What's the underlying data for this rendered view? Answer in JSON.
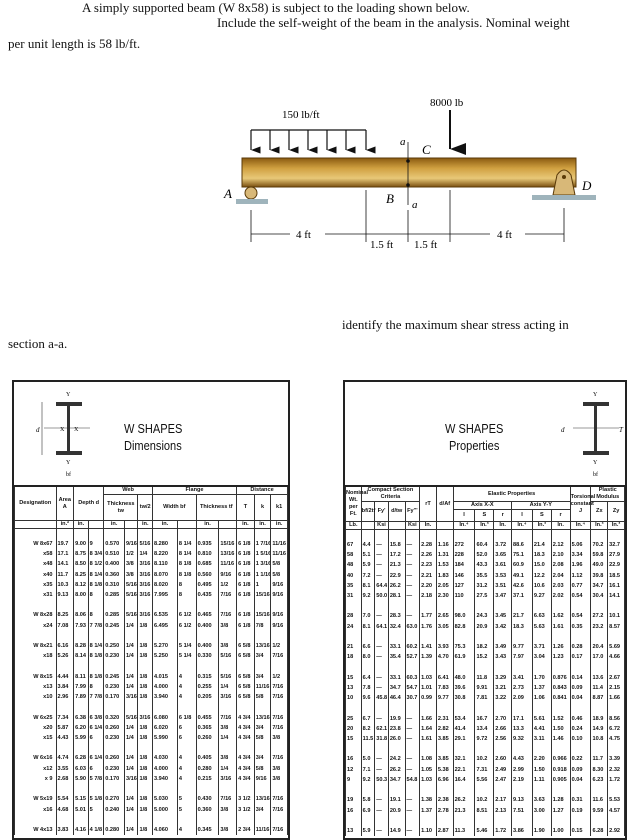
{
  "problem": {
    "line1": "A simply supported beam (W 8x58) is subject to the loading shown below.",
    "line2": "Include the self-weight of the beam in the analysis. Nominal weight",
    "line3": "per unit length is 58 lb/ft.",
    "line4": "identify the maximum shear stress acting in",
    "line5": "section a-a."
  },
  "diagram": {
    "distributed_load": "150 lb/ft",
    "point_load": "8000 lb",
    "labels": {
      "A": "A",
      "B": "B",
      "C": "C",
      "D": "D",
      "a_top": "a",
      "a_bottom": "a"
    },
    "dims": [
      "4 ft",
      "1.5 ft",
      "1.5 ft",
      "4 ft"
    ],
    "beam_color": "#c8962e"
  },
  "dimensions_table": {
    "title1": "W SHAPES",
    "title2": "Dimensions",
    "headers": {
      "designation": "Designation",
      "area": "Area A",
      "depth": "Depth d",
      "web": "Web",
      "web_thk": "Thickness tw",
      "tw2": "tw/2",
      "flange": "Flange",
      "width": "Width bf",
      "fthk": "Thickness tf",
      "distance": "Distance",
      "T": "T",
      "k": "k",
      "k1": "k1"
    },
    "units": [
      "",
      "in.²",
      "in.",
      "",
      "in.",
      "",
      "in.",
      "in.",
      "",
      "in.",
      "",
      "in.",
      "in.",
      "in."
    ],
    "groups": [
      [
        [
          "W 8x67",
          "19.7",
          "9.00",
          "9",
          "0.570",
          "9/16",
          "5/16",
          "8.280",
          "8 1/4",
          "0.935",
          "15/16",
          "6 1/8",
          "1 7/16",
          "11/16"
        ],
        [
          "x58",
          "17.1",
          "8.75",
          "8 3/4",
          "0.510",
          "1/2",
          "1/4",
          "8.220",
          "8 1/4",
          "0.810",
          "13/16",
          "6 1/8",
          "1 5/16",
          "11/16"
        ],
        [
          "x48",
          "14.1",
          "8.50",
          "8 1/2",
          "0.400",
          "3/8",
          "3/16",
          "8.110",
          "8 1/8",
          "0.685",
          "11/16",
          "6 1/8",
          "1 3/16",
          "5/8"
        ],
        [
          "x40",
          "11.7",
          "8.25",
          "8 1/4",
          "0.360",
          "3/8",
          "3/16",
          "8.070",
          "8 1/8",
          "0.560",
          "9/16",
          "6 1/8",
          "1 1/16",
          "5/8"
        ],
        [
          "x35",
          "10.3",
          "8.12",
          "8 1/8",
          "0.310",
          "5/16",
          "3/16",
          "8.020",
          "8",
          "0.495",
          "1/2",
          "6 1/8",
          "1",
          "9/16"
        ],
        [
          "x31",
          "9.13",
          "8.00",
          "8",
          "0.285",
          "5/16",
          "3/16",
          "7.995",
          "8",
          "0.435",
          "7/16",
          "6 1/8",
          "15/16",
          "9/16"
        ]
      ],
      [
        [
          "W 8x28",
          "8.25",
          "8.06",
          "8",
          "0.285",
          "5/16",
          "3/16",
          "6.535",
          "6 1/2",
          "0.465",
          "7/16",
          "6 1/8",
          "15/16",
          "9/16"
        ],
        [
          "x24",
          "7.08",
          "7.93",
          "7 7/8",
          "0.245",
          "1/4",
          "1/8",
          "6.495",
          "6 1/2",
          "0.400",
          "3/8",
          "6 1/8",
          "7/8",
          "9/16"
        ]
      ],
      [
        [
          "W 8x21",
          "6.16",
          "8.28",
          "8 1/4",
          "0.250",
          "1/4",
          "1/8",
          "5.270",
          "5 1/4",
          "0.400",
          "3/8",
          "6 5/8",
          "13/16",
          "1/2"
        ],
        [
          "x18",
          "5.26",
          "8.14",
          "8 1/8",
          "0.230",
          "1/4",
          "1/8",
          "5.250",
          "5 1/4",
          "0.330",
          "5/16",
          "6 5/8",
          "3/4",
          "7/16"
        ]
      ],
      [
        [
          "W 8x15",
          "4.44",
          "8.11",
          "8 1/8",
          "0.245",
          "1/4",
          "1/8",
          "4.015",
          "4",
          "0.315",
          "5/16",
          "6 5/8",
          "3/4",
          "1/2"
        ],
        [
          "x13",
          "3.84",
          "7.99",
          "8",
          "0.230",
          "1/4",
          "1/8",
          "4.000",
          "4",
          "0.255",
          "1/4",
          "6 5/8",
          "11/16",
          "7/16"
        ],
        [
          "x10",
          "2.96",
          "7.89",
          "7 7/8",
          "0.170",
          "3/16",
          "1/8",
          "3.940",
          "4",
          "0.205",
          "3/16",
          "6 5/8",
          "5/8",
          "7/16"
        ]
      ],
      [
        [
          "W 6x25",
          "7.34",
          "6.38",
          "6 3/8",
          "0.320",
          "5/16",
          "3/16",
          "6.080",
          "6 1/8",
          "0.455",
          "7/16",
          "4 3/4",
          "13/16",
          "7/16"
        ],
        [
          "x20",
          "5.87",
          "6.20",
          "6 1/4",
          "0.260",
          "1/4",
          "1/8",
          "6.020",
          "6",
          "0.365",
          "3/8",
          "4 3/4",
          "3/4",
          "7/16"
        ],
        [
          "x15",
          "4.43",
          "5.99",
          "6",
          "0.230",
          "1/4",
          "1/8",
          "5.990",
          "6",
          "0.260",
          "1/4",
          "4 3/4",
          "5/8",
          "3/8"
        ]
      ],
      [
        [
          "W 6x16",
          "4.74",
          "6.28",
          "6 1/4",
          "0.260",
          "1/4",
          "1/8",
          "4.030",
          "4",
          "0.405",
          "3/8",
          "4 3/4",
          "3/4",
          "7/16"
        ],
        [
          "x12",
          "3.55",
          "6.03",
          "6",
          "0.230",
          "1/4",
          "1/8",
          "4.000",
          "4",
          "0.280",
          "1/4",
          "4 3/4",
          "5/8",
          "3/8"
        ],
        [
          "x 9",
          "2.68",
          "5.90",
          "5 7/8",
          "0.170",
          "3/16",
          "1/8",
          "3.940",
          "4",
          "0.215",
          "3/16",
          "4 3/4",
          "9/16",
          "3/8"
        ]
      ],
      [
        [
          "W 5x19",
          "5.54",
          "5.15",
          "5 1/8",
          "0.270",
          "1/4",
          "1/8",
          "5.030",
          "5",
          "0.430",
          "7/16",
          "3 1/2",
          "13/16",
          "7/16"
        ],
        [
          "x16",
          "4.68",
          "5.01",
          "5",
          "0.240",
          "1/4",
          "1/8",
          "5.000",
          "5",
          "0.360",
          "3/8",
          "3 1/2",
          "3/4",
          "7/16"
        ]
      ],
      [
        [
          "W 4x13",
          "3.83",
          "4.16",
          "4 1/8",
          "0.280",
          "1/4",
          "1/8",
          "4.060",
          "4",
          "0.345",
          "3/8",
          "2 3/4",
          "11/16",
          "7/16"
        ]
      ]
    ]
  },
  "properties_table": {
    "title1": "W SHAPES",
    "title2": "Properties",
    "headers": {
      "wt": "Nominal Wt. per Ft.",
      "compact": "Compact Section Criteria",
      "bf2tf": "bf/2tf",
      "fy1": "Fy'",
      "dtw": "d/tw",
      "fy3": "Fy'''",
      "rt": "rT",
      "daf": "d/Af",
      "elastic": "Elastic Properties",
      "axx": "Axis X-X",
      "ayy": "Axis Y-Y",
      "I": "I",
      "S": "S",
      "r": "r",
      "J": "Torsional constant J",
      "plastic": "Plastic Modulus",
      "Zx": "Zx",
      "Zy": "Zy"
    },
    "units": [
      "Lb.",
      "",
      "Ksi",
      "",
      "Ksi",
      "In.",
      "",
      "In.⁴",
      "In.³",
      "In.",
      "In.⁴",
      "In.³",
      "In.",
      "In.⁴",
      "In.³",
      "In.³"
    ],
    "groups": [
      [
        [
          "67",
          "4.4",
          "—",
          "15.8",
          "—",
          "2.28",
          "1.16",
          "272",
          "60.4",
          "3.72",
          "88.6",
          "21.4",
          "2.12",
          "5.06",
          "70.2",
          "32.7"
        ],
        [
          "58",
          "5.1",
          "—",
          "17.2",
          "—",
          "2.26",
          "1.31",
          "228",
          "52.0",
          "3.65",
          "75.1",
          "18.3",
          "2.10",
          "3.34",
          "59.8",
          "27.9"
        ],
        [
          "48",
          "5.9",
          "—",
          "21.3",
          "—",
          "2.23",
          "1.53",
          "184",
          "43.3",
          "3.61",
          "60.9",
          "15.0",
          "2.08",
          "1.96",
          "49.0",
          "22.9"
        ],
        [
          "40",
          "7.2",
          "—",
          "22.9",
          "—",
          "2.21",
          "1.83",
          "146",
          "35.5",
          "3.53",
          "49.1",
          "12.2",
          "2.04",
          "1.12",
          "39.8",
          "18.5"
        ],
        [
          "35",
          "8.1",
          "64.4",
          "26.2",
          "—",
          "2.20",
          "2.05",
          "127",
          "31.2",
          "3.51",
          "42.6",
          "10.6",
          "2.03",
          "0.77",
          "34.7",
          "16.1"
        ],
        [
          "31",
          "9.2",
          "50.0",
          "28.1",
          "—",
          "2.18",
          "2.30",
          "110",
          "27.5",
          "3.47",
          "37.1",
          "9.27",
          "2.02",
          "0.54",
          "30.4",
          "14.1"
        ]
      ],
      [
        [
          "28",
          "7.0",
          "—",
          "28.3",
          "—",
          "1.77",
          "2.65",
          "98.0",
          "24.3",
          "3.45",
          "21.7",
          "6.63",
          "1.62",
          "0.54",
          "27.2",
          "10.1"
        ],
        [
          "24",
          "8.1",
          "64.1",
          "32.4",
          "63.0",
          "1.76",
          "3.05",
          "82.8",
          "20.9",
          "3.42",
          "18.3",
          "5.63",
          "1.61",
          "0.35",
          "23.2",
          "8.57"
        ]
      ],
      [
        [
          "21",
          "6.6",
          "—",
          "33.1",
          "60.2",
          "1.41",
          "3.93",
          "75.3",
          "18.2",
          "3.49",
          "9.77",
          "3.71",
          "1.26",
          "0.28",
          "20.4",
          "5.69"
        ],
        [
          "18",
          "8.0",
          "—",
          "35.4",
          "52.7",
          "1.39",
          "4.70",
          "61.9",
          "15.2",
          "3.43",
          "7.97",
          "3.04",
          "1.23",
          "0.17",
          "17.0",
          "4.66"
        ]
      ],
      [
        [
          "15",
          "6.4",
          "—",
          "33.1",
          "60.3",
          "1.03",
          "6.41",
          "48.0",
          "11.8",
          "3.29",
          "3.41",
          "1.70",
          "0.876",
          "0.14",
          "13.6",
          "2.67"
        ],
        [
          "13",
          "7.8",
          "—",
          "34.7",
          "54.7",
          "1.01",
          "7.83",
          "39.6",
          "9.91",
          "3.21",
          "2.73",
          "1.37",
          "0.843",
          "0.09",
          "11.4",
          "2.15"
        ],
        [
          "10",
          "9.6",
          "45.8",
          "46.4",
          "30.7",
          "0.99",
          "9.77",
          "30.8",
          "7.81",
          "3.22",
          "2.09",
          "1.06",
          "0.841",
          "0.04",
          "8.87",
          "1.66"
        ]
      ],
      [
        [
          "25",
          "6.7",
          "—",
          "19.9",
          "—",
          "1.66",
          "2.31",
          "53.4",
          "16.7",
          "2.70",
          "17.1",
          "5.61",
          "1.52",
          "0.46",
          "18.9",
          "8.56"
        ],
        [
          "20",
          "8.2",
          "62.1",
          "23.8",
          "—",
          "1.64",
          "2.82",
          "41.4",
          "13.4",
          "2.66",
          "13.3",
          "4.41",
          "1.50",
          "0.24",
          "14.9",
          "6.72"
        ],
        [
          "15",
          "11.5",
          "31.8",
          "26.0",
          "—",
          "1.61",
          "3.85",
          "29.1",
          "9.72",
          "2.56",
          "9.32",
          "3.11",
          "1.46",
          "0.10",
          "10.8",
          "4.75"
        ]
      ],
      [
        [
          "16",
          "5.0",
          "—",
          "24.2",
          "—",
          "1.08",
          "3.85",
          "32.1",
          "10.2",
          "2.60",
          "4.43",
          "2.20",
          "0.966",
          "0.22",
          "11.7",
          "3.39"
        ],
        [
          "12",
          "7.1",
          "—",
          "26.2",
          "—",
          "1.05",
          "5.38",
          "22.1",
          "7.31",
          "2.49",
          "2.99",
          "1.50",
          "0.918",
          "0.09",
          "8.30",
          "2.32"
        ],
        [
          "9",
          "9.2",
          "50.3",
          "34.7",
          "54.8",
          "1.03",
          "6.96",
          "16.4",
          "5.56",
          "2.47",
          "2.19",
          "1.11",
          "0.905",
          "0.04",
          "6.23",
          "1.72"
        ]
      ],
      [
        [
          "19",
          "5.8",
          "—",
          "19.1",
          "—",
          "1.38",
          "2.38",
          "26.2",
          "10.2",
          "2.17",
          "9.13",
          "3.63",
          "1.28",
          "0.31",
          "11.6",
          "5.53"
        ],
        [
          "16",
          "6.9",
          "—",
          "20.9",
          "—",
          "1.37",
          "2.78",
          "21.3",
          "8.51",
          "2.13",
          "7.51",
          "3.00",
          "1.27",
          "0.19",
          "9.59",
          "4.57"
        ]
      ],
      [
        [
          "13",
          "5.9",
          "—",
          "14.9",
          "—",
          "1.10",
          "2.87",
          "11.3",
          "5.46",
          "1.72",
          "3.86",
          "1.90",
          "1.00",
          "0.15",
          "6.28",
          "2.92"
        ]
      ]
    ]
  }
}
